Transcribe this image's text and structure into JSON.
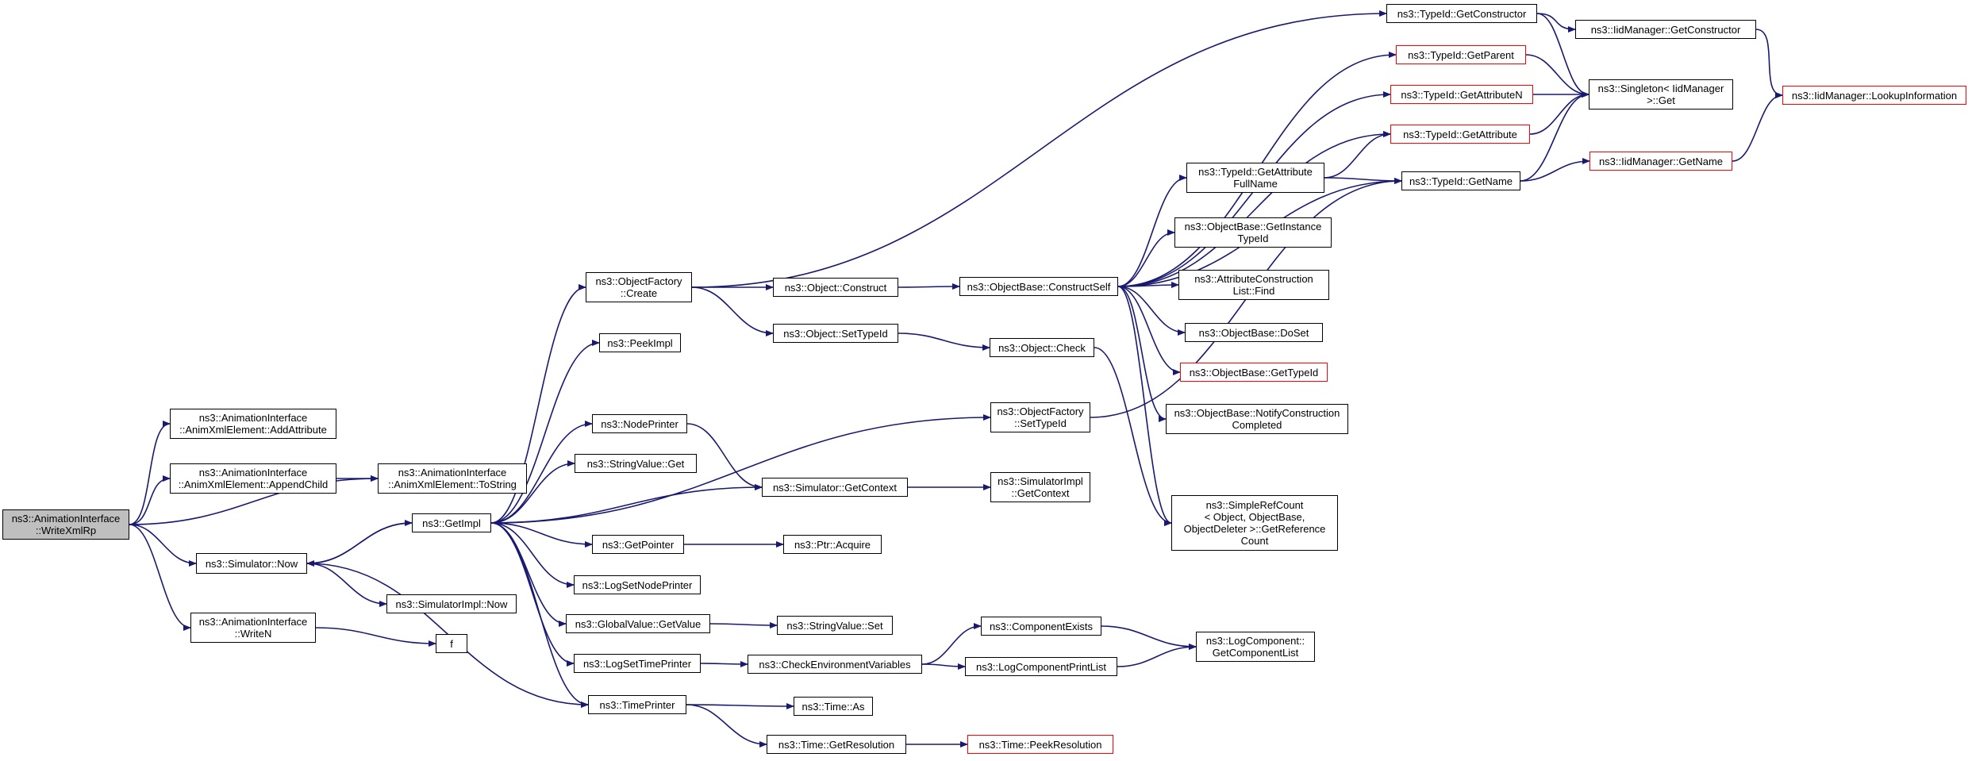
{
  "colors": {
    "edge": "#191970",
    "node_border": "#000000",
    "truncated_border": "#ff0000",
    "root_fill": "#bfbfbf"
  },
  "nodes": {
    "write_xml_rp": {
      "label": "ns3::AnimationInterface\n::WriteXmlRp",
      "truncated": false
    },
    "add_attribute": {
      "label": "ns3::AnimationInterface\n::AnimXmlElement::AddAttribute",
      "truncated": false
    },
    "append_child": {
      "label": "ns3::AnimationInterface\n::AnimXmlElement::AppendChild",
      "truncated": false
    },
    "to_string": {
      "label": "ns3::AnimationInterface\n::AnimXmlElement::ToString",
      "truncated": false
    },
    "simulator_now": {
      "label": "ns3::Simulator::Now",
      "truncated": false
    },
    "write_n": {
      "label": "ns3::AnimationInterface\n::WriteN",
      "truncated": false
    },
    "get_impl": {
      "label": "ns3::GetImpl",
      "truncated": false
    },
    "simimpl_now": {
      "label": "ns3::SimulatorImpl::Now",
      "truncated": false
    },
    "f": {
      "label": "f",
      "truncated": false
    },
    "objfactory_create": {
      "label": "ns3::ObjectFactory\n::Create",
      "truncated": false
    },
    "peek_impl": {
      "label": "ns3::PeekImpl",
      "truncated": false
    },
    "node_printer": {
      "label": "ns3::NodePrinter",
      "truncated": false
    },
    "stringvalue_get": {
      "label": "ns3::StringValue::Get",
      "truncated": false
    },
    "get_pointer": {
      "label": "ns3::GetPointer",
      "truncated": false
    },
    "log_set_node_printer": {
      "label": "ns3::LogSetNodePrinter",
      "truncated": false
    },
    "globalvalue_getvalue": {
      "label": "ns3::GlobalValue::GetValue",
      "truncated": false
    },
    "log_set_time_printer": {
      "label": "ns3::LogSetTimePrinter",
      "truncated": false
    },
    "time_printer": {
      "label": "ns3::TimePrinter",
      "truncated": false
    },
    "object_construct": {
      "label": "ns3::Object::Construct",
      "truncated": false
    },
    "object_settypeid": {
      "label": "ns3::Object::SetTypeId",
      "truncated": false
    },
    "simulator_getcontext": {
      "label": "ns3::Simulator::GetContext",
      "truncated": false
    },
    "ptr_acquire": {
      "label": "ns3::Ptr::Acquire",
      "truncated": false
    },
    "stringvalue_set": {
      "label": "ns3::StringValue::Set",
      "truncated": false
    },
    "check_env_vars": {
      "label": "ns3::CheckEnvironmentVariables",
      "truncated": false
    },
    "time_as": {
      "label": "ns3::Time::As",
      "truncated": false
    },
    "time_getresolution": {
      "label": "ns3::Time::GetResolution",
      "truncated": false
    },
    "objectbase_constructself": {
      "label": "ns3::ObjectBase::ConstructSelf",
      "truncated": false
    },
    "object_check": {
      "label": "ns3::Object::Check",
      "truncated": false
    },
    "objfactory_settypeid": {
      "label": "ns3::ObjectFactory\n::SetTypeId",
      "truncated": false
    },
    "simimpl_getcontext": {
      "label": "ns3::SimulatorImpl\n::GetContext",
      "truncated": false
    },
    "component_exists": {
      "label": "ns3::ComponentExists",
      "truncated": false
    },
    "log_component_printlist": {
      "label": "ns3::LogComponentPrintList",
      "truncated": false
    },
    "time_peekresolution": {
      "label": "ns3::Time::PeekResolution",
      "truncated": true
    },
    "typeid_getconstructor": {
      "label": "ns3::TypeId::GetConstructor",
      "truncated": false
    },
    "typeid_getparent": {
      "label": "ns3::TypeId::GetParent",
      "truncated": true
    },
    "typeid_getattributen": {
      "label": "ns3::TypeId::GetAttributeN",
      "truncated": true
    },
    "typeid_getattribute": {
      "label": "ns3::TypeId::GetAttribute",
      "truncated": true
    },
    "typeid_getattributefullname": {
      "label": "ns3::TypeId::GetAttribute\nFullName",
      "truncated": false
    },
    "objectbase_getinstancetypeid": {
      "label": "ns3::ObjectBase::GetInstance\nTypeId",
      "truncated": false
    },
    "attributeconstructionlist_find": {
      "label": "ns3::AttributeConstruction\nList::Find",
      "truncated": false
    },
    "objectbase_doset": {
      "label": "ns3::ObjectBase::DoSet",
      "truncated": false
    },
    "objectbase_gettypeid": {
      "label": "ns3::ObjectBase::GetTypeId",
      "truncated": true
    },
    "objectbase_notifyconstructioncompleted": {
      "label": "ns3::ObjectBase::NotifyConstruction\nCompleted",
      "truncated": false
    },
    "simplerefcount_getreferencecount": {
      "label": "ns3::SimpleRefCount\n< Object, ObjectBase,\nObjectDeleter >::GetReference\nCount",
      "truncated": false
    },
    "logcomponent_getcomponentlist": {
      "label": "ns3::LogComponent::\nGetComponentList",
      "truncated": false
    },
    "iidmanager_getconstructor": {
      "label": "ns3::IidManager::GetConstructor",
      "truncated": false
    },
    "singleton_get": {
      "label": "ns3::Singleton< IidManager\n>::Get",
      "truncated": false
    },
    "typeid_getname": {
      "label": "ns3::TypeId::GetName",
      "truncated": false
    },
    "iidmanager_getname": {
      "label": "ns3::IidManager::GetName",
      "truncated": true
    },
    "iidmanager_lookupinformation": {
      "label": "ns3::IidManager::LookupInformation",
      "truncated": true
    }
  },
  "edges": [
    [
      "write_xml_rp",
      "add_attribute"
    ],
    [
      "write_xml_rp",
      "append_child"
    ],
    [
      "write_xml_rp",
      "to_string"
    ],
    [
      "write_xml_rp",
      "simulator_now"
    ],
    [
      "write_xml_rp",
      "write_n"
    ],
    [
      "append_child",
      "to_string"
    ],
    [
      "simulator_now",
      "get_impl"
    ],
    [
      "simulator_now",
      "simimpl_now"
    ],
    [
      "write_n",
      "f"
    ],
    [
      "get_impl",
      "simulator_now"
    ],
    [
      "get_impl",
      "objfactory_create"
    ],
    [
      "get_impl",
      "peek_impl"
    ],
    [
      "get_impl",
      "node_printer"
    ],
    [
      "get_impl",
      "stringvalue_get"
    ],
    [
      "get_impl",
      "simulator_getcontext"
    ],
    [
      "get_impl",
      "get_pointer"
    ],
    [
      "get_impl",
      "log_set_node_printer"
    ],
    [
      "get_impl",
      "globalvalue_getvalue"
    ],
    [
      "get_impl",
      "log_set_time_printer"
    ],
    [
      "get_impl",
      "time_printer"
    ],
    [
      "get_impl",
      "objfactory_settypeid"
    ],
    [
      "simulator_now",
      "time_printer"
    ],
    [
      "objfactory_create",
      "object_construct"
    ],
    [
      "objfactory_create",
      "object_settypeid"
    ],
    [
      "objfactory_create",
      "typeid_getconstructor"
    ],
    [
      "node_printer",
      "simulator_getcontext"
    ],
    [
      "get_pointer",
      "ptr_acquire"
    ],
    [
      "globalvalue_getvalue",
      "stringvalue_set"
    ],
    [
      "log_set_time_printer",
      "check_env_vars"
    ],
    [
      "time_printer",
      "time_as"
    ],
    [
      "time_printer",
      "time_getresolution"
    ],
    [
      "object_construct",
      "objectbase_constructself"
    ],
    [
      "object_settypeid",
      "object_check"
    ],
    [
      "simulator_getcontext",
      "simimpl_getcontext"
    ],
    [
      "check_env_vars",
      "component_exists"
    ],
    [
      "check_env_vars",
      "log_component_printlist"
    ],
    [
      "time_getresolution",
      "time_peekresolution"
    ],
    [
      "objectbase_constructself",
      "typeid_getparent"
    ],
    [
      "objectbase_constructself",
      "typeid_getattributen"
    ],
    [
      "objectbase_constructself",
      "typeid_getattribute"
    ],
    [
      "objectbase_constructself",
      "typeid_getattributefullname"
    ],
    [
      "objectbase_constructself",
      "objectbase_getinstancetypeid"
    ],
    [
      "objectbase_constructself",
      "attributeconstructionlist_find"
    ],
    [
      "objectbase_constructself",
      "objectbase_doset"
    ],
    [
      "objectbase_constructself",
      "objectbase_gettypeid"
    ],
    [
      "objectbase_constructself",
      "objectbase_notifyconstructioncompleted"
    ],
    [
      "objectbase_constructself",
      "simplerefcount_getreferencecount"
    ],
    [
      "objectbase_constructself",
      "typeid_getname"
    ],
    [
      "object_check",
      "simplerefcount_getreferencecount"
    ],
    [
      "objfactory_settypeid",
      "typeid_getname"
    ],
    [
      "component_exists",
      "logcomponent_getcomponentlist"
    ],
    [
      "log_component_printlist",
      "logcomponent_getcomponentlist"
    ],
    [
      "typeid_getconstructor",
      "iidmanager_getconstructor"
    ],
    [
      "typeid_getconstructor",
      "singleton_get"
    ],
    [
      "typeid_getparent",
      "singleton_get"
    ],
    [
      "typeid_getattributen",
      "singleton_get"
    ],
    [
      "typeid_getattribute",
      "singleton_get"
    ],
    [
      "typeid_getattributefullname",
      "typeid_getattribute"
    ],
    [
      "typeid_getattributefullname",
      "typeid_getname"
    ],
    [
      "typeid_getname",
      "singleton_get"
    ],
    [
      "typeid_getname",
      "iidmanager_getname"
    ],
    [
      "iidmanager_getconstructor",
      "iidmanager_lookupinformation"
    ],
    [
      "iidmanager_getname",
      "iidmanager_lookupinformation"
    ]
  ]
}
